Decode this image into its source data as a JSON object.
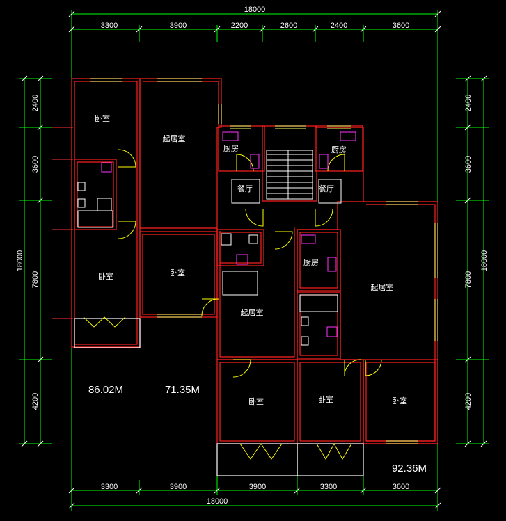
{
  "dimensions": {
    "top_total": "18000",
    "top_segments": [
      "3300",
      "3900",
      "2200",
      "2600",
      "2400",
      "3600"
    ],
    "bottom_total": "18000",
    "bottom_segments": [
      "3300",
      "3900",
      "3900",
      "3300",
      "3600"
    ],
    "left_total": "18000",
    "left_segments": [
      "2400",
      "3600",
      "7800",
      "4200"
    ],
    "right_total": "18000",
    "right_segments": [
      "2400",
      "3600",
      "7800",
      "4200"
    ]
  },
  "rooms": {
    "bedroom_nw": "卧室",
    "living_left": "起居室",
    "kitchen_left": "厨房",
    "dining_left": "餐厅",
    "kitchen_mid": "厨房",
    "dining_mid": "餐厅",
    "bedroom_w": "卧室",
    "bedroom_center": "卧室",
    "living_center": "起居室",
    "kitchen_right": "厨房",
    "living_right": "起居室",
    "bedroom_s1": "卧室",
    "bedroom_s2": "卧室",
    "bedroom_s3": "卧室"
  },
  "areas": {
    "unit_a": "86.02M",
    "unit_b": "71.35M",
    "unit_c": "92.36M"
  },
  "colors": {
    "background": "#000000",
    "dimension_lines": "#00ff00",
    "walls": "#ff2020",
    "doors_windows": "#ffff00",
    "fixtures": "#ff33ff",
    "text": "#ffffff"
  }
}
